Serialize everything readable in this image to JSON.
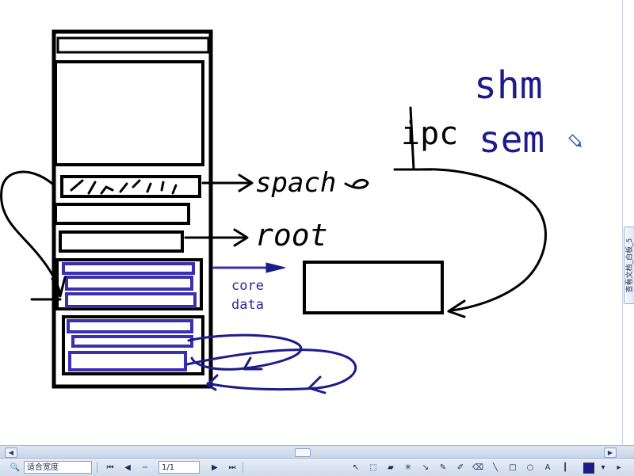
{
  "annotations": {
    "spacing_label": "spach",
    "root_label": "root",
    "ipc_label": "ipc",
    "shm_label": "shm",
    "sem_label": "sem",
    "core_label": "core",
    "data_label": "data"
  },
  "side_tab": {
    "label": "查看文档_白板_5"
  },
  "status_bar": {
    "zoom_value": "适合宽度",
    "page_indicator": "1/1"
  },
  "colors": {
    "ink_black": "#000000",
    "ink_navy": "#1d1b8c",
    "ink_blue": "#3a2fb0",
    "accent_text": "#2a2a9e"
  },
  "icons": {
    "first_page": "first-page-icon",
    "prev_page": "prev-page-icon",
    "next_page": "next-page-icon",
    "last_page": "last-page-icon",
    "pointer": "pointer-icon",
    "pen": "pen-icon",
    "eraser": "eraser-icon",
    "color": "color-swatch-icon"
  }
}
